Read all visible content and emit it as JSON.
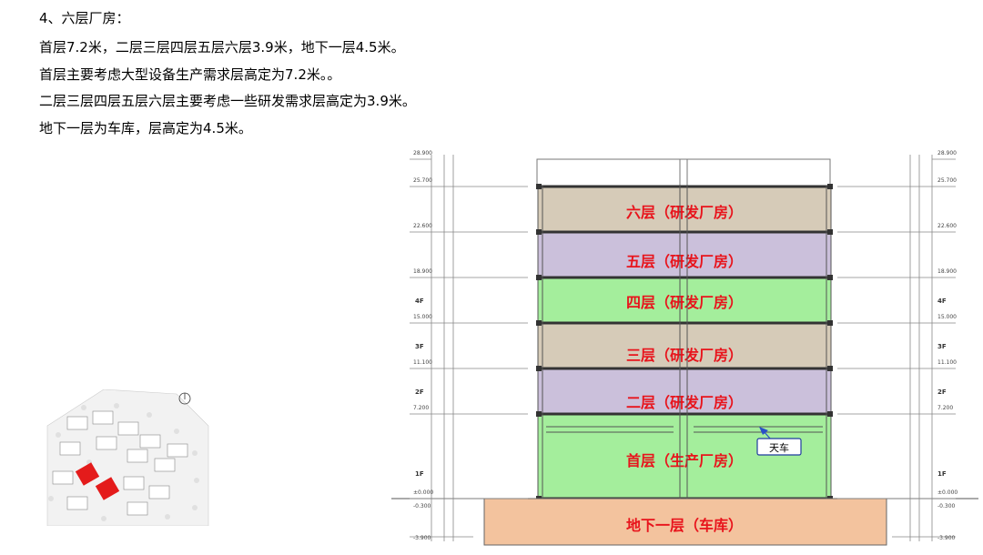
{
  "text_lines": [
    "4、六层厂房：",
    "首层7.2米，二层三层四层五层六层3.9米，地下一层4.5米。",
    "首层主要考虑大型设备生产需求层高定为7.2米。。",
    "二层三层四层五层六层主要考虑一些研发需求层高定为3.9米。",
    "地下一层为车库，层高定为4.5米。"
  ],
  "floors": [
    {
      "label": "六层（研发厂房）",
      "color": "#d6cbb8"
    },
    {
      "label": "五层（研发厂房）",
      "color": "#cbc0db"
    },
    {
      "label": "四层（研发厂房）",
      "color": "#a4ee9c"
    },
    {
      "label": "三层（研发厂房）",
      "color": "#d6cbb8"
    },
    {
      "label": "二层（研发厂房）",
      "color": "#cbc0db"
    },
    {
      "label": "首层（生产厂房）",
      "color": "#a4ee9c"
    },
    {
      "label": "地下一层（车库）",
      "color": "#f3c39e"
    }
  ],
  "crane_label": "天车",
  "floor_label_color": "#e8141c",
  "elevations": [
    "28.900",
    "25.700",
    "22.600",
    "18.900",
    "15.000",
    "11.100",
    "7.200",
    "±0.000",
    "-0.300",
    "-3.900"
  ],
  "floor_tags": [
    "4F",
    "3F",
    "2F",
    "1F"
  ]
}
